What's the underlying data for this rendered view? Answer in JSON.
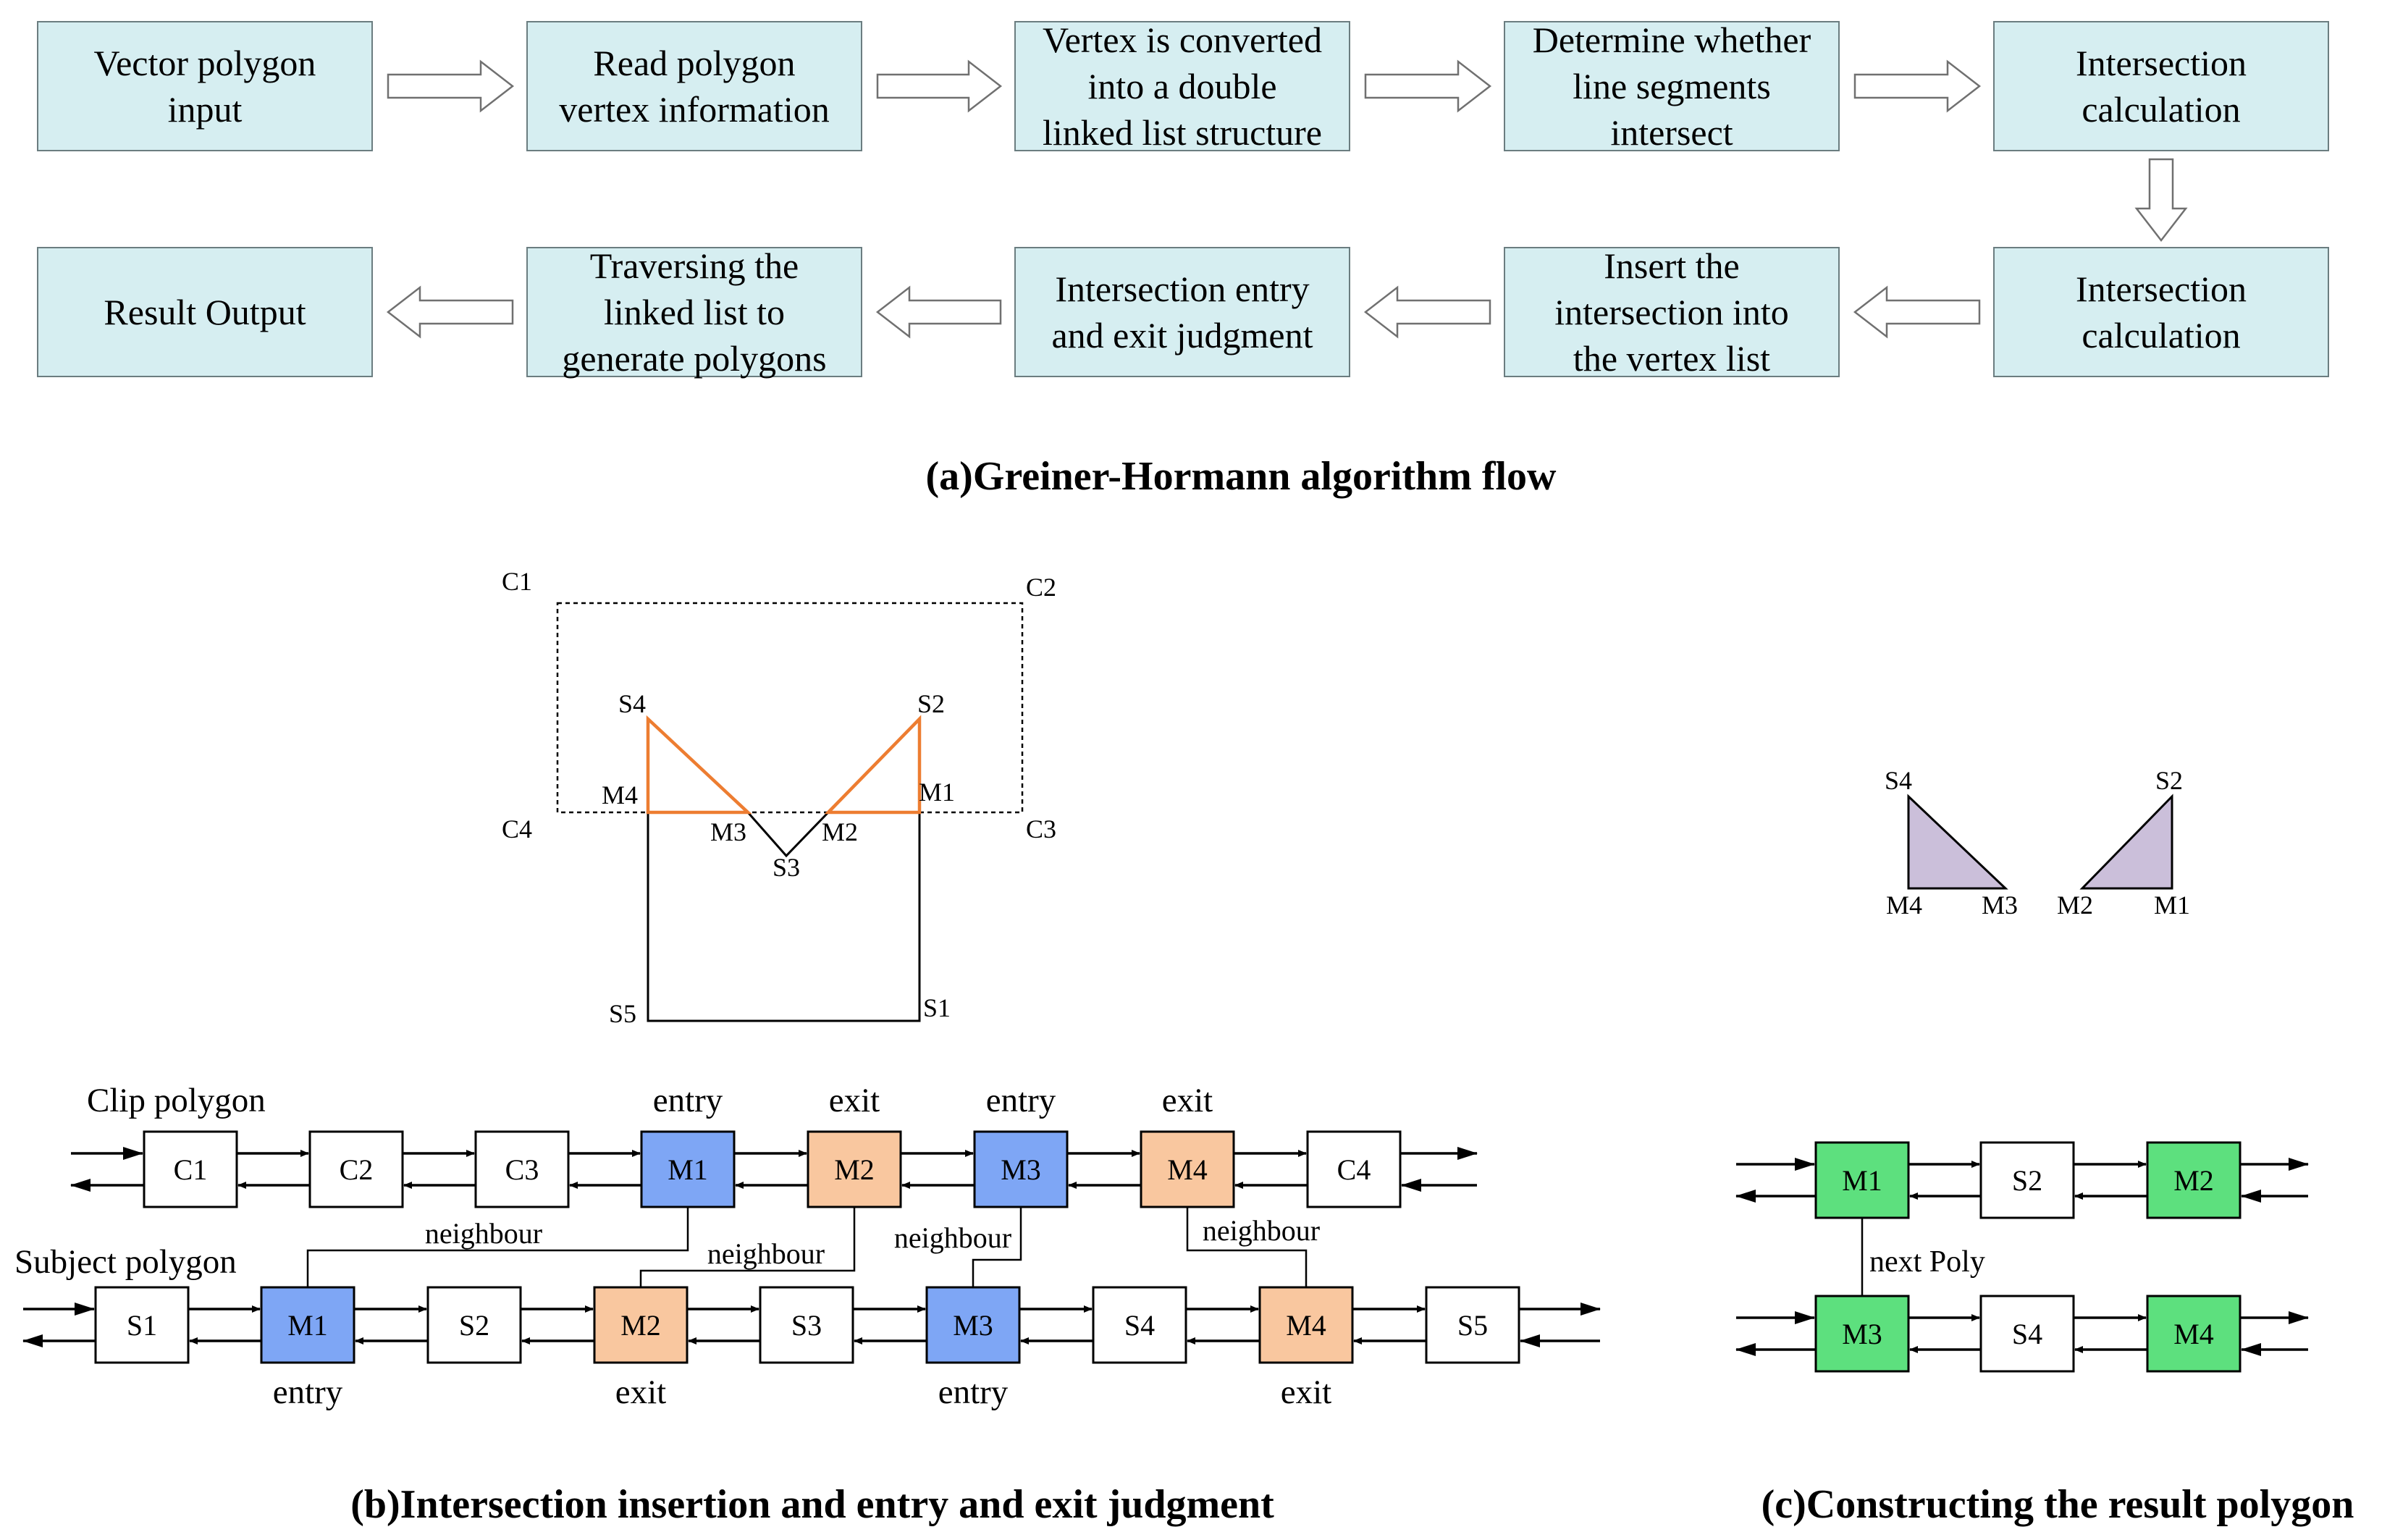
{
  "flow": {
    "row1": [
      {
        "lines": [
          "Vector polygon",
          "input"
        ]
      },
      {
        "lines": [
          "Read polygon",
          "vertex information"
        ]
      },
      {
        "lines": [
          "Vertex is converted",
          "into a double",
          "linked list structure"
        ]
      },
      {
        "lines": [
          "Determine whether",
          "line segments",
          "intersect"
        ]
      },
      {
        "lines": [
          "Intersection",
          "calculation"
        ]
      }
    ],
    "row2": [
      {
        "lines": [
          "Result Output"
        ]
      },
      {
        "lines": [
          "Traversing the",
          "linked list to",
          "generate polygons"
        ]
      },
      {
        "lines": [
          "Intersection entry",
          "and exit judgment"
        ]
      },
      {
        "lines": [
          "Insert the",
          "intersection into",
          "the vertex list"
        ]
      },
      {
        "lines": [
          "Intersection",
          "calculation"
        ]
      }
    ],
    "caption": "(a)Greiner-Hormann algorithm flow"
  },
  "geometry_figure": {
    "labels": {
      "C1": "C1",
      "C2": "C2",
      "C3": "C3",
      "C4": "C4",
      "S1": "S1",
      "S2": "S2",
      "S3": "S3",
      "S4": "S4",
      "S5": "S5",
      "M1": "M1",
      "M2": "M2",
      "M3": "M3",
      "M4": "M4"
    },
    "colors": {
      "clip_region": "#000000",
      "subject": "#000000",
      "result": "#ed7d31"
    }
  },
  "linked_lists": {
    "clip_label": "Clip polygon",
    "subject_label": "Subject polygon",
    "clip_nodes": [
      {
        "label": "C1",
        "type": "vertex"
      },
      {
        "label": "C2",
        "type": "vertex"
      },
      {
        "label": "C3",
        "type": "vertex"
      },
      {
        "label": "M1",
        "type": "entry"
      },
      {
        "label": "M2",
        "type": "exit"
      },
      {
        "label": "M3",
        "type": "entry"
      },
      {
        "label": "M4",
        "type": "exit"
      },
      {
        "label": "C4",
        "type": "vertex"
      }
    ],
    "subject_nodes": [
      {
        "label": "S1",
        "type": "vertex"
      },
      {
        "label": "M1",
        "type": "entry"
      },
      {
        "label": "S2",
        "type": "vertex"
      },
      {
        "label": "M2",
        "type": "exit"
      },
      {
        "label": "S3",
        "type": "vertex"
      },
      {
        "label": "M3",
        "type": "entry"
      },
      {
        "label": "S4",
        "type": "vertex"
      },
      {
        "label": "M4",
        "type": "exit"
      },
      {
        "label": "S5",
        "type": "vertex"
      }
    ],
    "entry_label": "entry",
    "exit_label": "exit",
    "neighbour_label": "neighbour",
    "caption": "(b)Intersection insertion and entry and exit judgment"
  },
  "result": {
    "triangle_labels": {
      "S4": "S4",
      "M4": "M4",
      "M3": "M3",
      "S2": "S2",
      "M2": "M2",
      "M1": "M1"
    },
    "row1": [
      "M1",
      "S2",
      "M2"
    ],
    "row2": [
      "M3",
      "S4",
      "M4"
    ],
    "next_poly_label": "next Poly",
    "caption": "(c)Constructing the result polygon"
  },
  "colors": {
    "flow_box": "#d6eef1",
    "entry": "#7ea6f5",
    "exit": "#f9c79f",
    "vertex": "#ffffff",
    "result_node": "#5de07e",
    "result_triangle": "#cbbfda",
    "orange_line": "#ed7d31",
    "back_arrow": "#5ac05a"
  }
}
